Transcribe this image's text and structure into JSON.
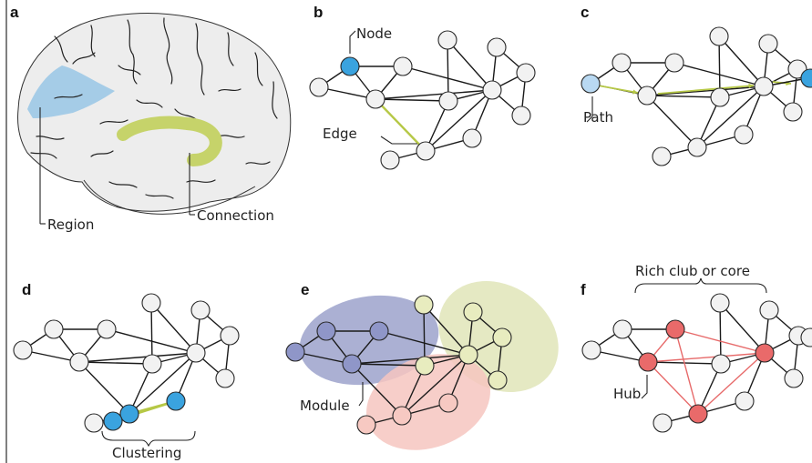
{
  "panels": {
    "a": {
      "letter": "a",
      "labels": {
        "region": "Region",
        "connection": "Connection"
      }
    },
    "b": {
      "letter": "b",
      "labels": {
        "node": "Node",
        "edge": "Edge"
      }
    },
    "c": {
      "letter": "c",
      "labels": {
        "path": "Path"
      }
    },
    "d": {
      "letter": "d",
      "labels": {
        "clustering": "Clustering"
      }
    },
    "e": {
      "letter": "e",
      "labels": {
        "module": "Module"
      }
    },
    "f": {
      "letter": "f",
      "labels": {
        "rich_club": "Rich club or core",
        "hub": "Hub"
      }
    }
  },
  "colors": {
    "node_default": "#f2f2f2",
    "node_blue": "#3aa3df",
    "node_light_blue": "#b9d9f2",
    "edge_green": "#b6c846",
    "node_red": "#e96a6a",
    "edge_red": "#e76a6a",
    "module_blue": "#8f95c4",
    "module_green": "#dfe3b4",
    "module_pink": "#f6c6bf",
    "node_module_blue": "#8f96c8",
    "node_module_green": "#e8ecbf",
    "node_module_pink": "#f7c9c2",
    "brain_fill": "#eeeeee",
    "region_fill": "#9cc8e6",
    "connection_stroke": "#c6d36a"
  }
}
